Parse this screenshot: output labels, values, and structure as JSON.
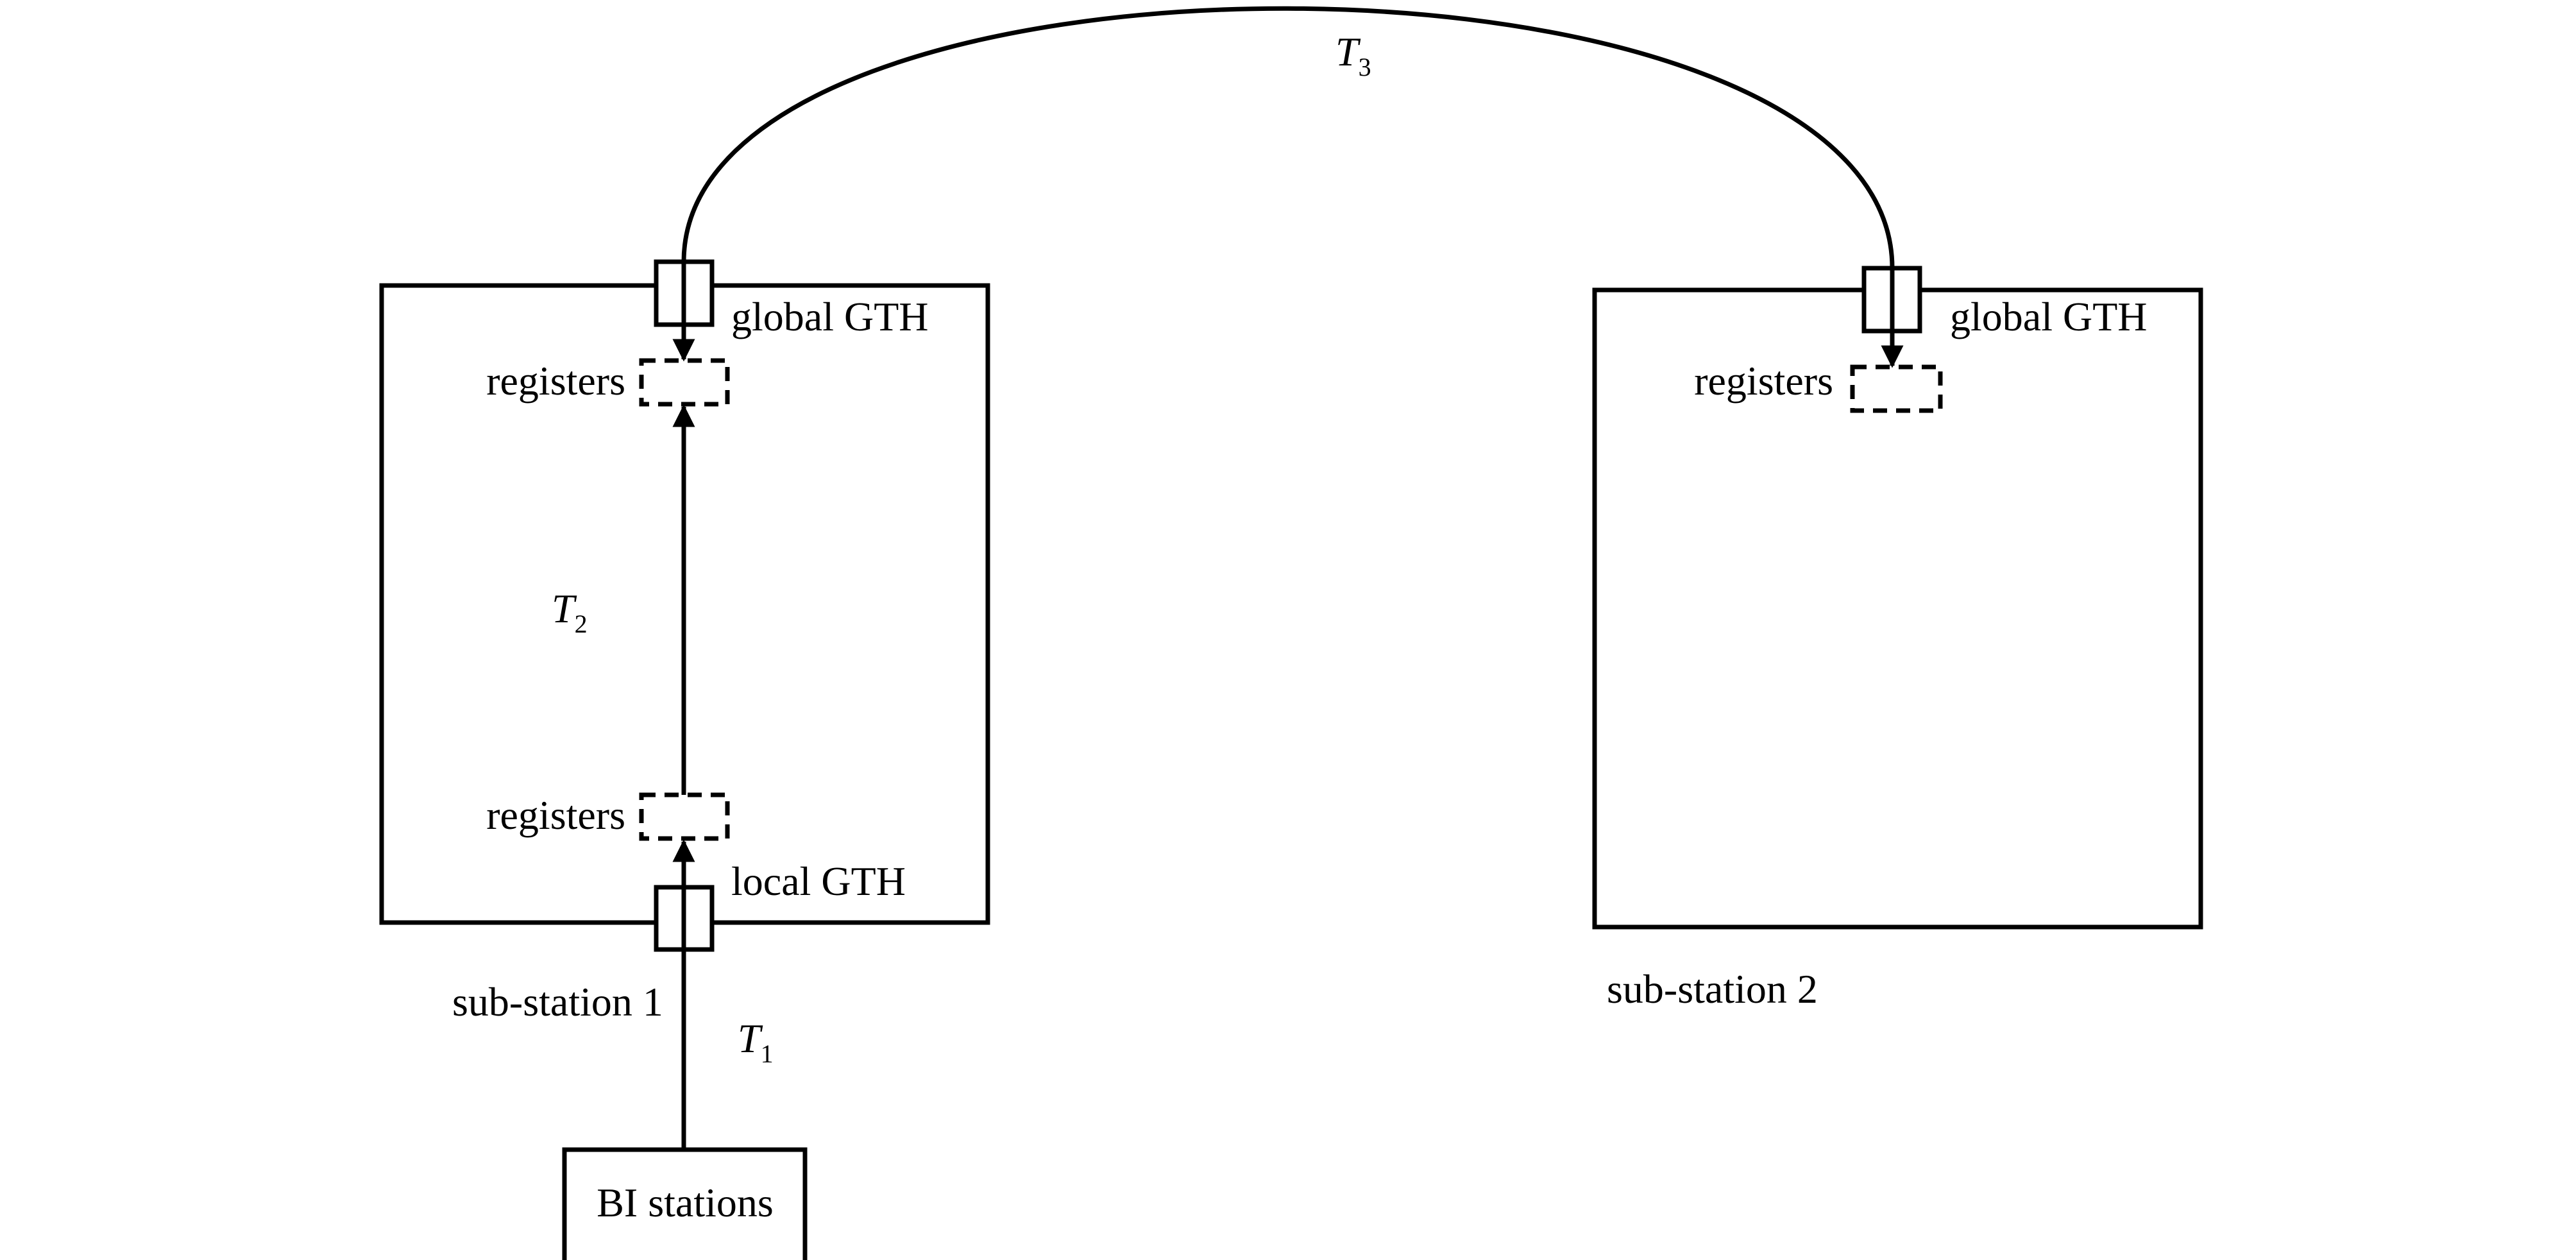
{
  "colors": {
    "stroke": "#000000",
    "background": "#ffffff"
  },
  "substation_1": {
    "name": "sub-station 1",
    "global_port_label": "global GTH",
    "local_port_label": "local GTH",
    "top_register_label": "registers",
    "bottom_register_label": "registers"
  },
  "substation_2": {
    "name": "sub-station 2",
    "global_port_label": "global GTH",
    "register_label": "registers"
  },
  "source": {
    "label": "BI stations"
  },
  "links": {
    "t1": {
      "symbol": "T",
      "subscript": "1"
    },
    "t2": {
      "symbol": "T",
      "subscript": "2"
    },
    "t3": {
      "symbol": "T",
      "subscript": "3"
    }
  }
}
